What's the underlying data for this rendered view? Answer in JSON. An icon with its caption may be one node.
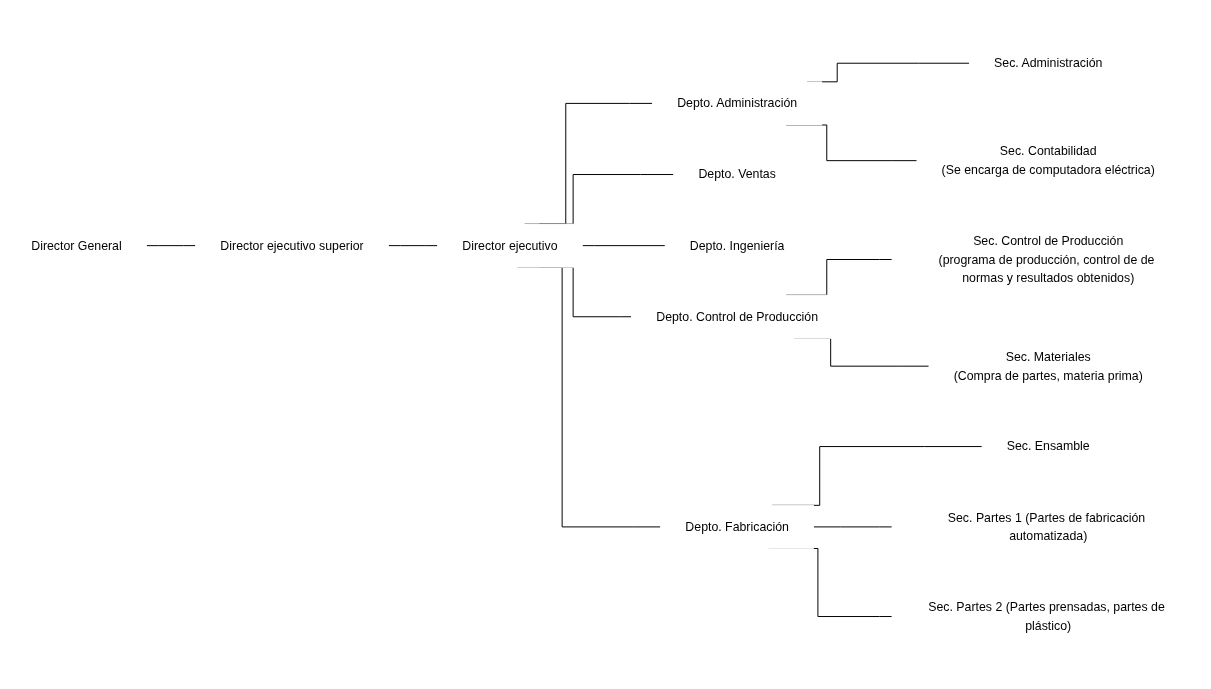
{
  "diagram": {
    "nodes": [
      {
        "text": [
          "Director General"
        ]
      },
      {
        "text": [
          "Director ejecutivo superior"
        ]
      },
      {
        "text": [
          "Director ejecutivo"
        ]
      },
      {
        "text": [
          "Depto. Administración"
        ]
      },
      {
        "text": [
          "Sec. Administración"
        ]
      },
      {
        "text": [
          "Sec. Contabilidad",
          "(Se encarga de computadora eléctrica)"
        ]
      },
      {
        "text": [
          "Depto. Ventas"
        ]
      },
      {
        "text": [
          "Depto. Ingeniería"
        ]
      },
      {
        "text": [
          "Depto. Control de Producción"
        ]
      },
      {
        "text": [
          "Sec. Control de Producción",
          "(programa de producción, control de de normas y resultados obtenidos)"
        ]
      },
      {
        "text": [
          "Sec. Materiales",
          "(Compra de partes, materia prima)"
        ]
      },
      {
        "text": [
          "Depto. Fabricación"
        ]
      },
      {
        "text": [
          "Sec. Ensamble"
        ]
      },
      {
        "text": [
          "Sec. Partes 1 (Partes de fabricación automatizada)"
        ]
      },
      {
        "text": [
          "Sec. Partes 2 (Partes prensadas, partes de plástico)"
        ]
      }
    ],
    "edges": [
      {
        "from": 0,
        "to": 1,
        "arrow": "none"
      },
      {
        "from": 1,
        "to": 2,
        "arrow": "none"
      },
      {
        "from": 2,
        "to": 3,
        "arrow": "none"
      },
      {
        "from": 3,
        "to": 4,
        "arrow": "none"
      },
      {
        "from": 3,
        "to": 5,
        "arrow": "none"
      },
      {
        "from": 2,
        "to": 6,
        "arrow": "none"
      },
      {
        "from": 2,
        "to": 7,
        "arrow": "none"
      },
      {
        "from": 2,
        "to": 8,
        "arrow": "none"
      },
      {
        "from": 8,
        "to": 9,
        "arrow": "none"
      },
      {
        "from": 8,
        "to": 10,
        "arrow": "none"
      },
      {
        "from": 2,
        "to": 11,
        "arrow": "none"
      },
      {
        "from": 11,
        "to": 12,
        "arrow": "none"
      },
      {
        "from": 11,
        "to": 13,
        "arrow": "none"
      },
      {
        "from": 11,
        "to": 14,
        "arrow": "none"
      }
    ]
  }
}
